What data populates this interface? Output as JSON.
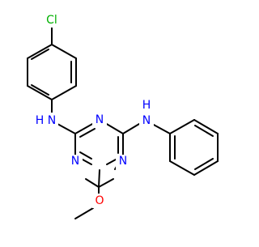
{
  "molecule": {
    "atom_labels": {
      "chlorine": "Cl",
      "amine_left_n": "N",
      "amine_left_h": "H",
      "amine_right_n": "N",
      "amine_right_h": "H",
      "ring_n_top": "N",
      "ring_n_left": "N",
      "ring_n_right": "N",
      "methoxy_oxygen": "O"
    },
    "colors": {
      "bond": "#000000",
      "nitrogen": "#0000ff",
      "oxygen": "#ff0000",
      "chlorine": "#00b000"
    }
  }
}
